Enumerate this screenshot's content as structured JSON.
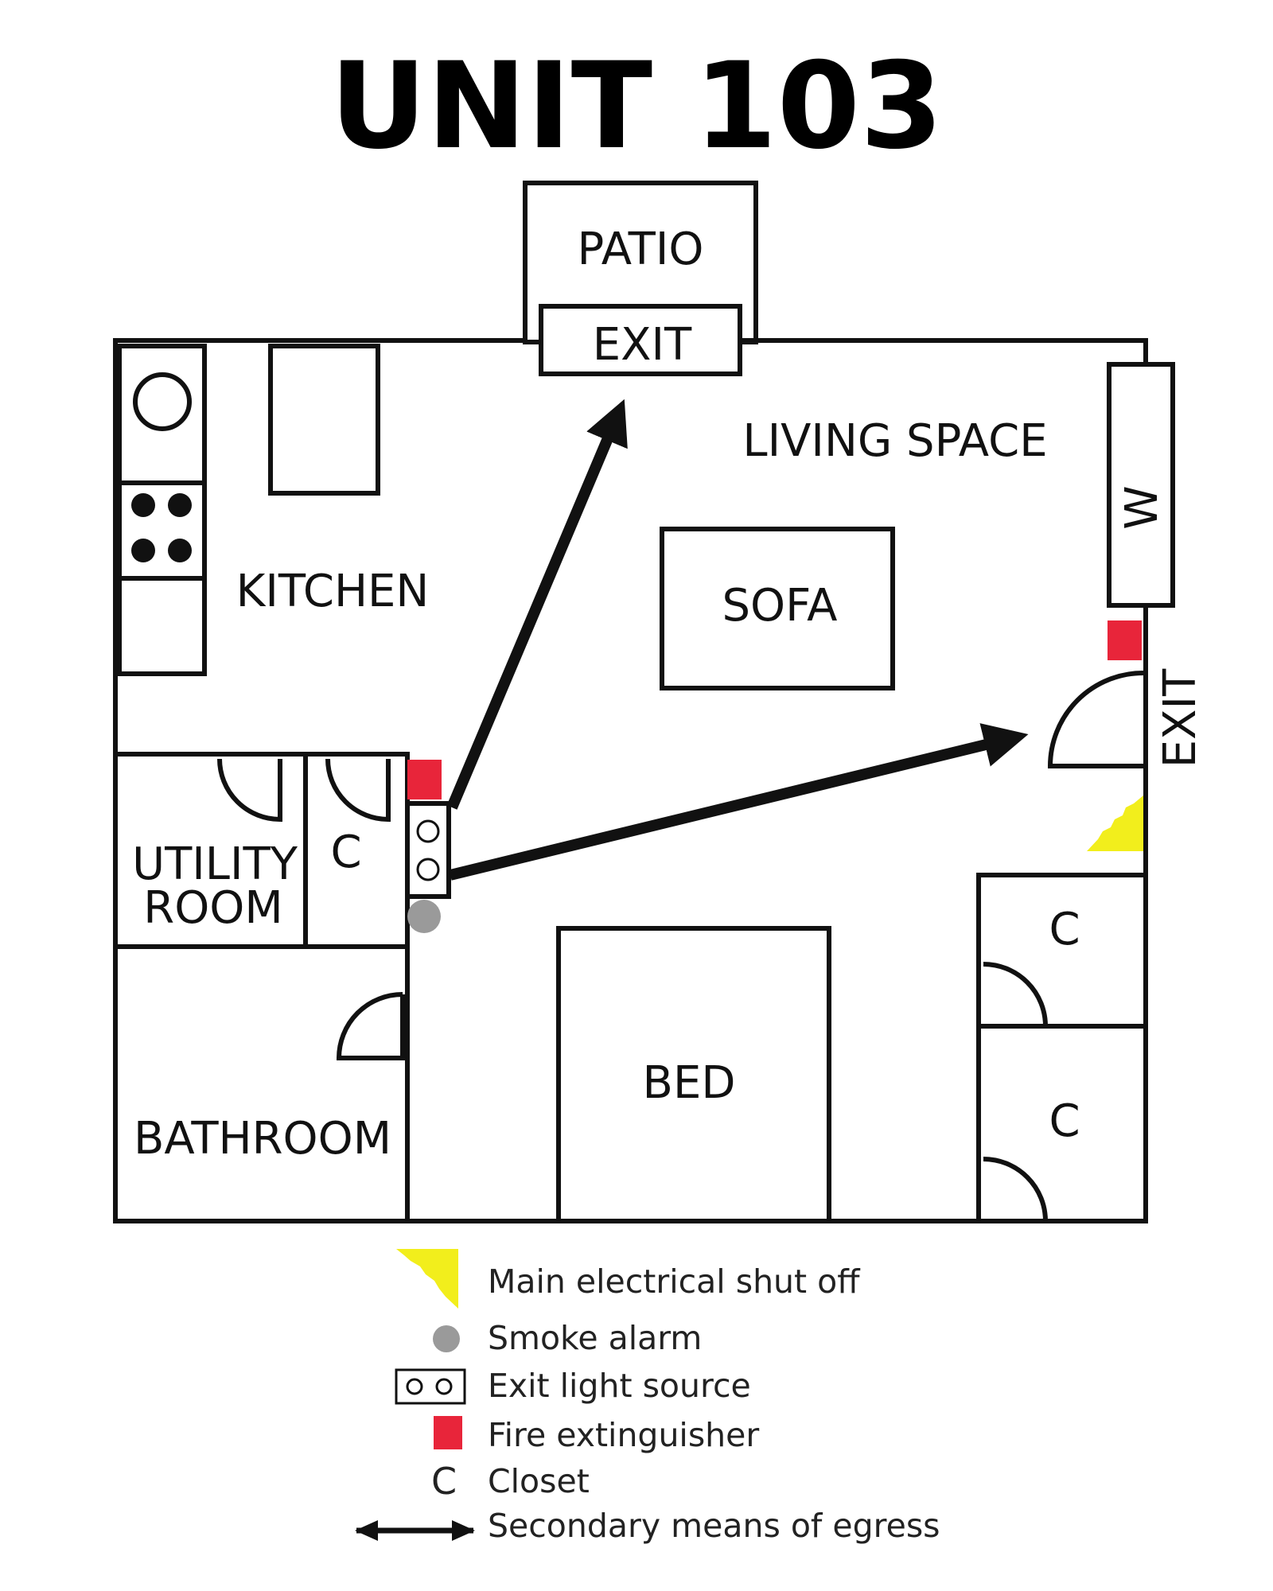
{
  "title": "UNIT 103",
  "rooms": {
    "patio": "PATIO",
    "exit_top": "EXIT",
    "living_space": "LIVING SPACE",
    "kitchen": "KITCHEN",
    "sofa": "SOFA",
    "washer": "W",
    "exit_right": "EXIT",
    "utility_line1": "UTILITY",
    "utility_line2": "ROOM",
    "closet_utility": "C",
    "bathroom": "BATHROOM",
    "bed": "BED",
    "closet_upper_right": "C",
    "closet_lower_right": "C"
  },
  "legend": {
    "electrical": "Main electrical shut off",
    "smoke": "Smoke alarm",
    "exit_light": "Exit light source",
    "extinguisher": "Fire extinguisher",
    "closet_symbol": "C",
    "closet": "Closet",
    "egress": "Secondary means of egress"
  },
  "colors": {
    "extinguisher": "#e8253a",
    "electrical": "#f2ee1c",
    "smoke": "#9a9a9a",
    "ink": "#111111"
  }
}
